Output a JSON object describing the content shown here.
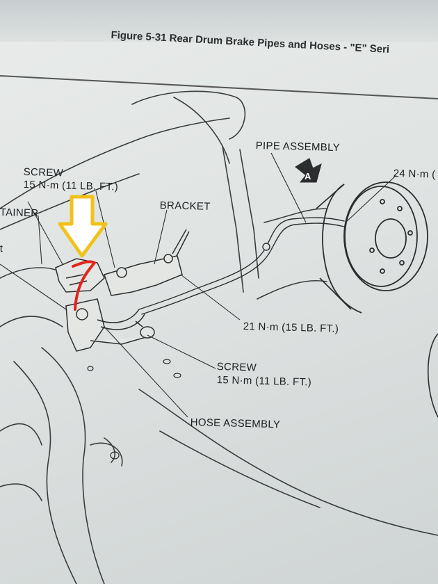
{
  "figure": {
    "title": "Figure 5-31 Rear Drum Brake Pipes and Hoses - \"E\" Seri"
  },
  "labels": {
    "screw_top_name": "SCREW",
    "screw_top_torque": "15 N·m (11 LB. FT.)",
    "retainer": "TAINER",
    "left_cut": "t",
    "bracket": "BRACKET",
    "pipe_assembly": "PIPE ASSEMBLY",
    "view_marker": "A",
    "torque_right": "24 N·m (",
    "torque_mid": "21 N·m (15 LB. FT.)",
    "screw_bottom_name": "SCREW",
    "screw_bottom_torque": "15 N·m (11 LB. FT.)",
    "hose_assembly": "HOSE ASSEMBLY"
  },
  "annotation": {
    "arrow_fill": "#ffffff",
    "arrow_outline": "#f3c21a",
    "pen_color": "#e0251b"
  }
}
